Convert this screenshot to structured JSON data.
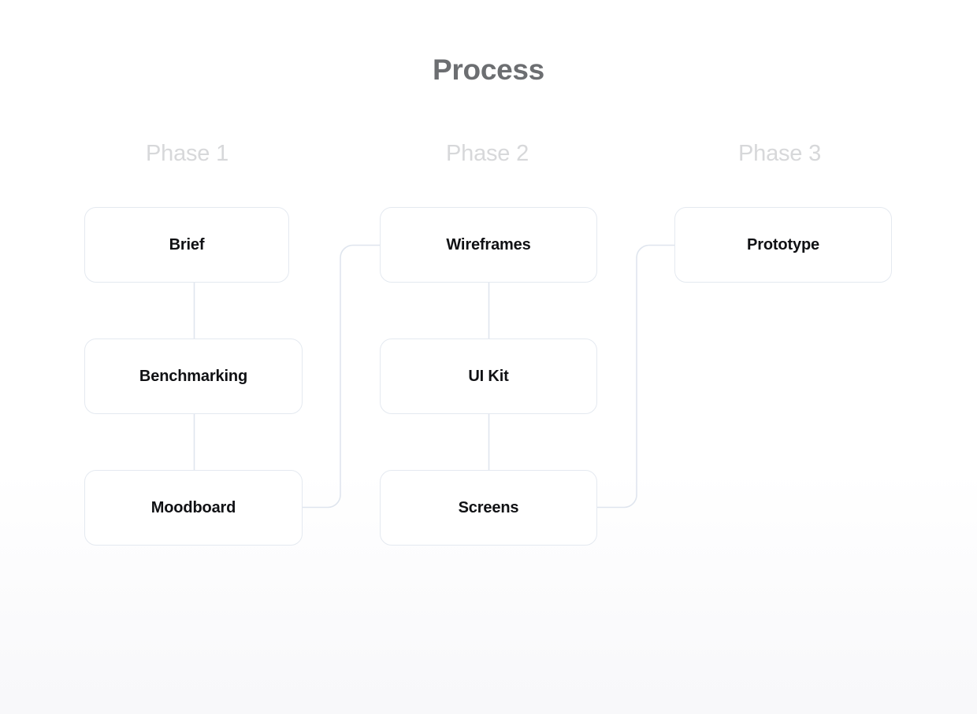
{
  "diagram": {
    "title": "Process",
    "background_color": "#ffffff",
    "card_border_color": "#e4e9f0",
    "connector_color": "#dfe5ee",
    "title_color": "#6c6e71",
    "phase_label_color": "#d7d8da",
    "node_label_color": "#101114"
  },
  "phases": [
    {
      "label": "Phase 1"
    },
    {
      "label": "Phase 2"
    },
    {
      "label": "Phase 3"
    }
  ],
  "nodes": {
    "brief": {
      "label": "Brief"
    },
    "benchmarking": {
      "label": "Benchmarking"
    },
    "moodboard": {
      "label": "Moodboard"
    },
    "wireframes": {
      "label": "Wireframes"
    },
    "uikit": {
      "label": "UI Kit"
    },
    "screens": {
      "label": "Screens"
    },
    "prototype": {
      "label": "Prototype"
    }
  },
  "chart_data": {
    "type": "diagram",
    "title": "Process",
    "columns": [
      {
        "phase": "Phase 1",
        "nodes": [
          "Brief",
          "Benchmarking",
          "Moodboard"
        ]
      },
      {
        "phase": "Phase 2",
        "nodes": [
          "Wireframes",
          "UI Kit",
          "Screens"
        ]
      },
      {
        "phase": "Phase 3",
        "nodes": [
          "Prototype"
        ]
      }
    ],
    "edges": [
      {
        "from": "Brief",
        "to": "Benchmarking",
        "style": "vertical"
      },
      {
        "from": "Benchmarking",
        "to": "Moodboard",
        "style": "vertical"
      },
      {
        "from": "Moodboard",
        "to": "Wireframes",
        "style": "elbow"
      },
      {
        "from": "Wireframes",
        "to": "UI Kit",
        "style": "vertical"
      },
      {
        "from": "UI Kit",
        "to": "Screens",
        "style": "vertical"
      },
      {
        "from": "Screens",
        "to": "Prototype",
        "style": "elbow"
      }
    ]
  }
}
